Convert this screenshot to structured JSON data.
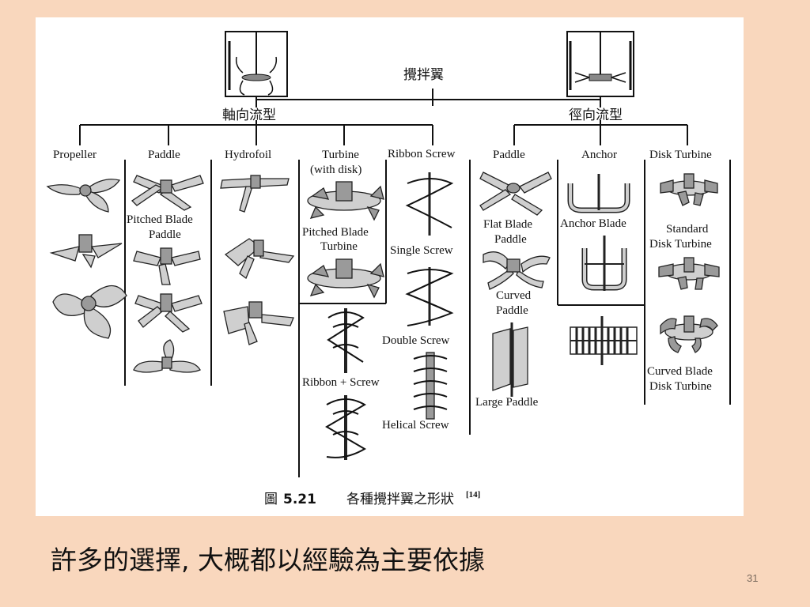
{
  "figure": {
    "root": "攪拌翼",
    "axial": "軸向流型",
    "radial": "徑向流型",
    "columns": {
      "propeller": "Propeller",
      "paddle_axial": "Paddle",
      "hydrofoil": "Hydrofoil",
      "turbine": "Turbine",
      "turbine_sub": "(with disk)",
      "ribbon_screw": "Ribbon Screw",
      "paddle_radial": "Paddle",
      "anchor": "Anchor",
      "disk_turbine": "Disk Turbine"
    },
    "items": {
      "pitched_blade_paddle_1": "Pitched Blade",
      "pitched_blade_paddle_2": "Paddle",
      "pitched_blade_turbine_1": "Pitched Blade",
      "pitched_blade_turbine_2": "Turbine",
      "ribbon_plus_screw": "Ribbon + Screw",
      "single_screw": "Single Screw",
      "double_screw": "Double Screw",
      "helical_screw": "Helical Screw",
      "flat_blade_paddle_1": "Flat Blade",
      "flat_blade_paddle_2": "Paddle",
      "curved_paddle_1": "Curved",
      "curved_paddle_2": "Paddle",
      "large_paddle": "Large Paddle",
      "anchor_blade": "Anchor Blade",
      "standard_disk_turbine_1": "Standard",
      "standard_disk_turbine_2": "Disk Turbine",
      "curved_blade_disk_turbine_1": "Curved Blade",
      "curved_blade_disk_turbine_2": "Disk Turbine"
    },
    "caption_prefix": "圖",
    "caption_number": "5.21",
    "caption_text": "各種攪拌翼之形狀",
    "caption_ref": "[14]"
  },
  "subtitle": "許多的選擇, 大概都以經驗為主要依據",
  "page_number": "31"
}
